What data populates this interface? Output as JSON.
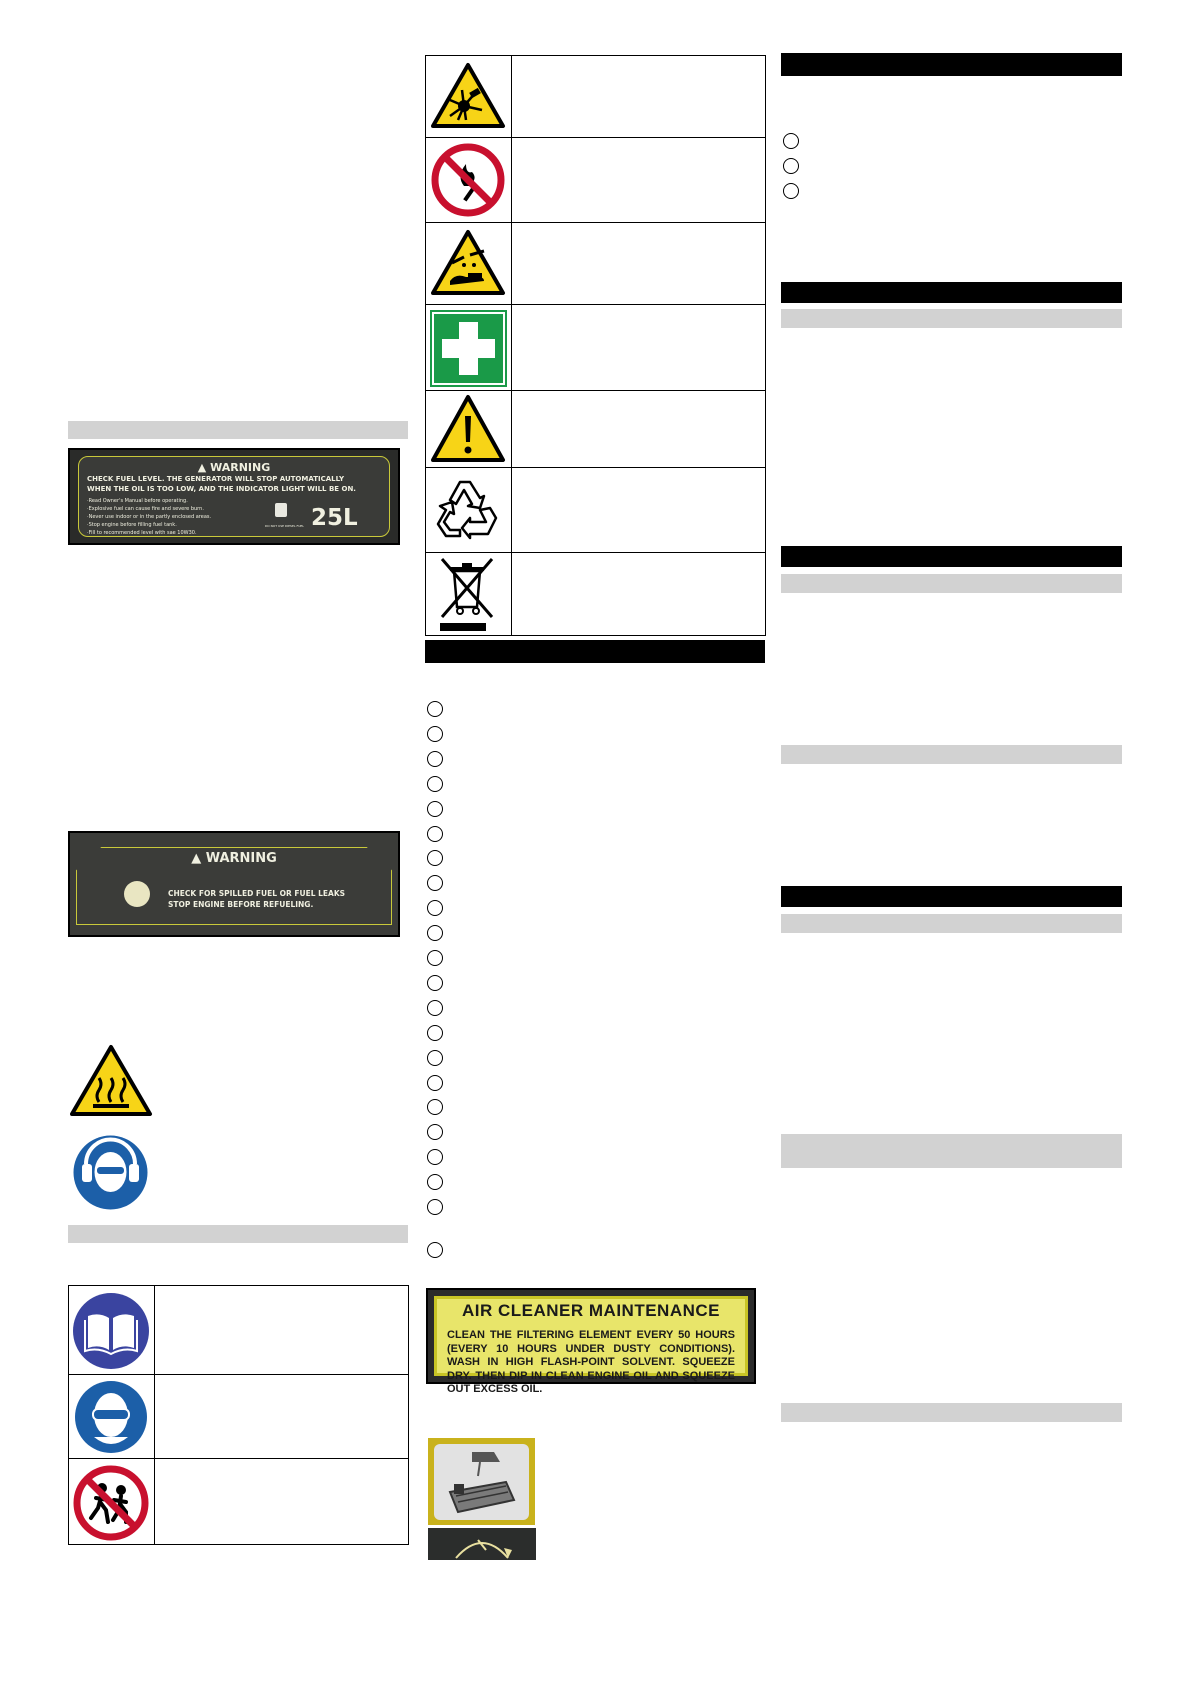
{
  "labels": {
    "fuel_level": {
      "title": "WARNING",
      "headline_1": "CHECK FUEL LEVEL. THE GENERATOR WILL STOP AUTOMATICALLY",
      "headline_2": "WHEN THE OIL IS TOO LOW, AND THE INDICATOR LIGHT WILL BE ON.",
      "bullets": [
        "·Read Owner's Manual before operating.",
        "·Explosive fuel can cause fire and severe burn.",
        "·Never use indoor or in the partly enclosed areas.",
        "·Stop engine before filling fuel tank.",
        "·Fill to recommended level with sae 10W30."
      ],
      "capacity": "25L",
      "small_note": "DO NOT USE DIESEL FUEL"
    },
    "fuel_spill": {
      "title": "WARNING",
      "line_1": "CHECK FOR SPILLED FUEL OR FUEL LEAKS",
      "line_2": "STOP ENGINE BEFORE REFUELING."
    },
    "air_cleaner": {
      "title": "AIR CLEANER MAINTENANCE",
      "body": "CLEAN THE FILTERING ELEMENT EVERY 50 HOURS (EVERY 10 HOURS UNDER DUSTY CONDITIONS). WASH IN HIGH FLASH-POINT SOLVENT. SQUEEZE DRY. THEN DIP IN CLEAN ENGINE OIL AND SQUEEZE OUT EXCESS OIL."
    }
  },
  "symbols": {
    "left_column": [
      "hot-surface-icon",
      "ear-eye-protection-icon"
    ],
    "left_table": [
      "read-manual-icon",
      "eye-protection-icon",
      "no-children-icon"
    ],
    "middle_table": [
      "explosive-icon",
      "no-open-flame-icon",
      "corrosive-icon",
      "first-aid-icon",
      "general-warning-icon",
      "recycle-icon",
      "weee-bin-icon"
    ]
  },
  "colors": {
    "warning_yellow": "#f7d417",
    "prohibition_red": "#c8102e",
    "mandatory_blue": "#1c5fa8",
    "first_aid_green": "#1a9a48",
    "label_dark": "#2a2b29",
    "air_label_yellow": "#e8e56a"
  }
}
